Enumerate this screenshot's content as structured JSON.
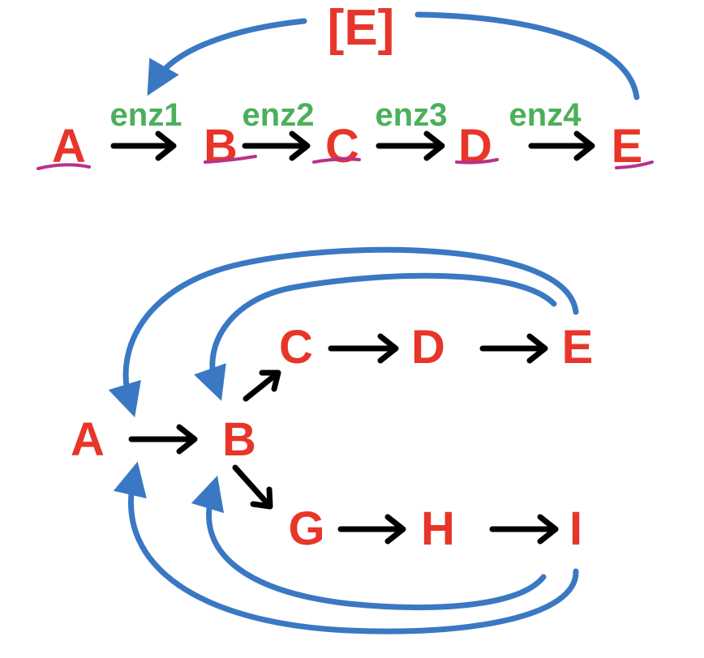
{
  "colors": {
    "metabolite": "#E8352A",
    "enzyme": "#4CAF5A",
    "feedback": "#3A78C3",
    "underline": "#B8318A",
    "arrow": "#000000"
  },
  "top_pathway": {
    "regulator": "[E]",
    "metabolites": [
      "A",
      "B",
      "C",
      "D",
      "E"
    ],
    "enzymes": [
      "enz1",
      "enz2",
      "enz3",
      "enz4"
    ]
  },
  "branched_pathway": {
    "metabolites": {
      "A": "A",
      "B": "B",
      "C": "C",
      "D": "D",
      "E": "E",
      "G": "G",
      "H": "H",
      "I": "I"
    }
  }
}
